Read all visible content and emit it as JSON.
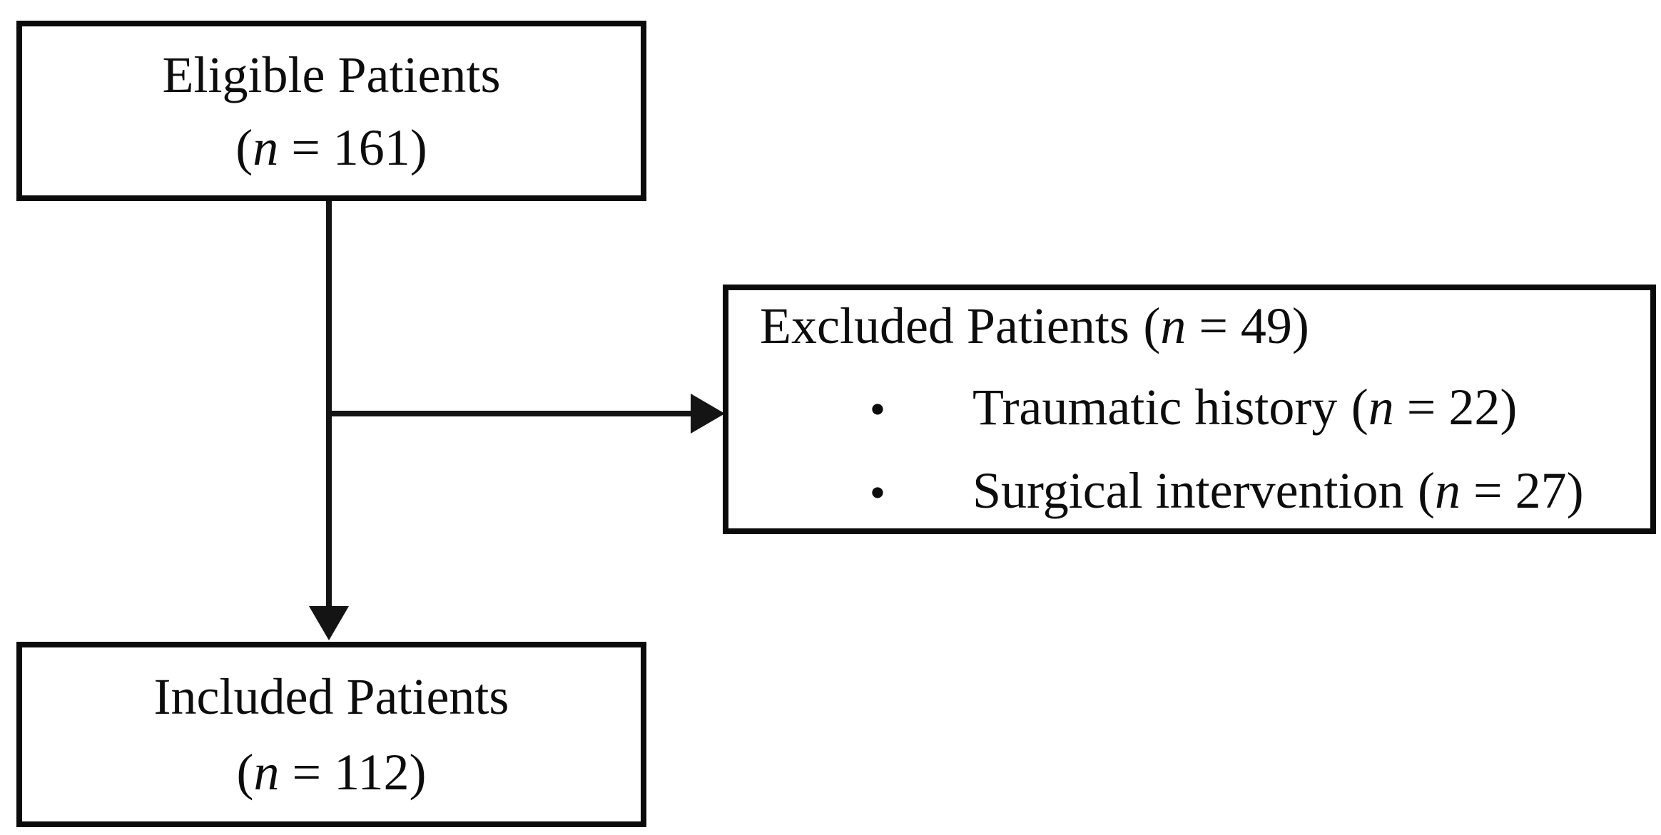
{
  "format": {
    "open_paren": "(",
    "n_symbol": "n",
    "equals": " = ",
    "close_paren": ")",
    "bullet_glyph": "•"
  },
  "nodes": {
    "eligible": {
      "title": "Eligible Patients",
      "n_value": "161"
    },
    "excluded": {
      "title": "Excluded Patients",
      "n_value": "49",
      "bullets": [
        {
          "label": "Traumatic history",
          "n_value": "22"
        },
        {
          "label": "Surgical intervention",
          "n_value": "27"
        }
      ]
    },
    "included": {
      "title": "Included Patients",
      "n_value": "112"
    }
  },
  "colors": {
    "background": "#ffffff",
    "box_border": "#0b0b0b",
    "text": "#0d0d0d",
    "connector": "#141414"
  }
}
